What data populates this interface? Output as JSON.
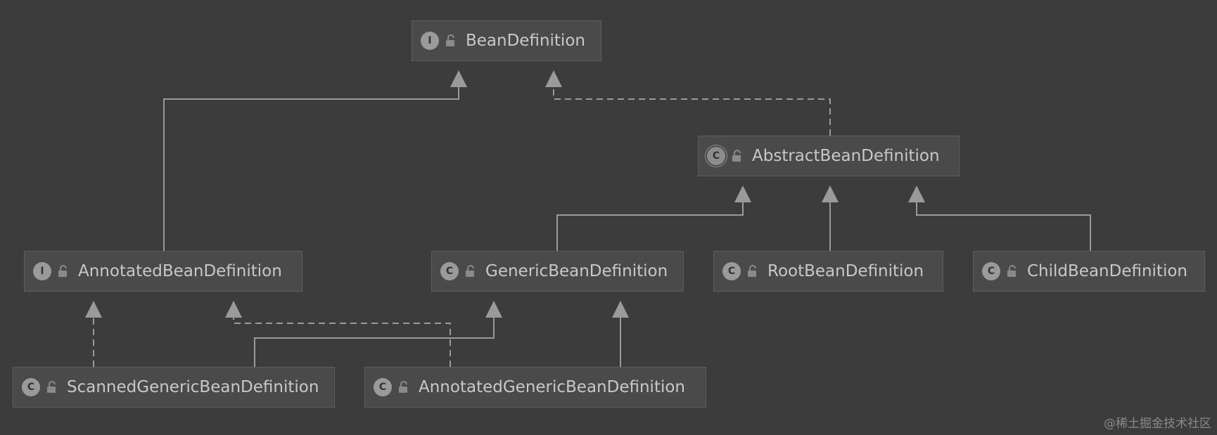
{
  "nodes": {
    "bean_definition": {
      "kind_letter": "I",
      "label": "BeanDefinition"
    },
    "abstract_bean_definition": {
      "kind_letter": "C",
      "label": "AbstractBeanDefinition"
    },
    "annotated_bean_definition": {
      "kind_letter": "I",
      "label": "AnnotatedBeanDefinition"
    },
    "generic_bean_definition": {
      "kind_letter": "C",
      "label": "GenericBeanDefinition"
    },
    "root_bean_definition": {
      "kind_letter": "C",
      "label": "RootBeanDefinition"
    },
    "child_bean_definition": {
      "kind_letter": "C",
      "label": "ChildBeanDefinition"
    },
    "scanned_generic_bean_definition": {
      "kind_letter": "C",
      "label": "ScannedGenericBeanDefinition"
    },
    "annotated_generic_bean_definition": {
      "kind_letter": "C",
      "label": "AnnotatedGenericBeanDefinition"
    }
  },
  "edges": [
    {
      "from": "annotated_bean_definition",
      "to": "bean_definition",
      "style": "solid"
    },
    {
      "from": "abstract_bean_definition",
      "to": "bean_definition",
      "style": "dashed"
    },
    {
      "from": "generic_bean_definition",
      "to": "abstract_bean_definition",
      "style": "solid"
    },
    {
      "from": "root_bean_definition",
      "to": "abstract_bean_definition",
      "style": "solid"
    },
    {
      "from": "child_bean_definition",
      "to": "abstract_bean_definition",
      "style": "solid"
    },
    {
      "from": "scanned_generic_bean_definition",
      "to": "annotated_bean_definition",
      "style": "dashed"
    },
    {
      "from": "scanned_generic_bean_definition",
      "to": "generic_bean_definition",
      "style": "solid"
    },
    {
      "from": "annotated_generic_bean_definition",
      "to": "annotated_bean_definition",
      "style": "dashed"
    },
    {
      "from": "annotated_generic_bean_definition",
      "to": "generic_bean_definition",
      "style": "solid"
    }
  ],
  "watermark": "@稀土掘金技术社区",
  "colors": {
    "background": "#3c3c3c",
    "node_fill": "#4a4a4a",
    "node_border": "#5e5e5e",
    "text": "#c8c8c8",
    "edge": "#9a9a9a"
  }
}
